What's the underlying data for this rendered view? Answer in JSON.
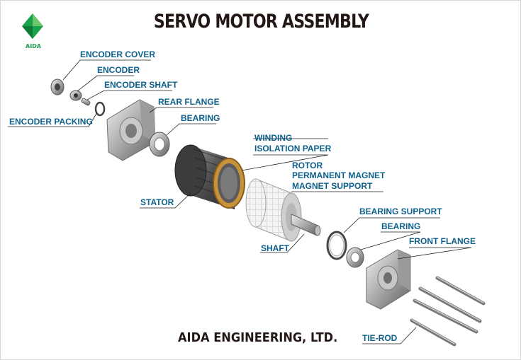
{
  "title": "SERVO MOTOR ASSEMBLY",
  "logo": {
    "text": "AIDA",
    "color": "#1a9b4b"
  },
  "footer": "AIDA ENGINEERING, LTD.",
  "label_color": "#0d5f8c",
  "parts": {
    "encoder_cover": "ENCODER COVER",
    "encoder": "ENCODER",
    "encoder_shaft": "ENCODER SHAFT",
    "rear_flange": "REAR FLANGE",
    "encoder_packing": "ENCODER PACKING",
    "bearing_rear": "BEARING",
    "winding": "WINDING",
    "isolation_paper": "ISOLATION PAPER",
    "rotor": "ROTOR",
    "permanent_magnet": "PERMANENT MAGNET",
    "magnet_support": "MAGNET SUPPORT",
    "stator": "STATOR",
    "bearing_support": "BEARING SUPPORT",
    "bearing_front": "BEARING",
    "front_flange": "FRONT FLANGE",
    "shaft": "SHAFT",
    "tie_rod": "TIE-ROD"
  }
}
